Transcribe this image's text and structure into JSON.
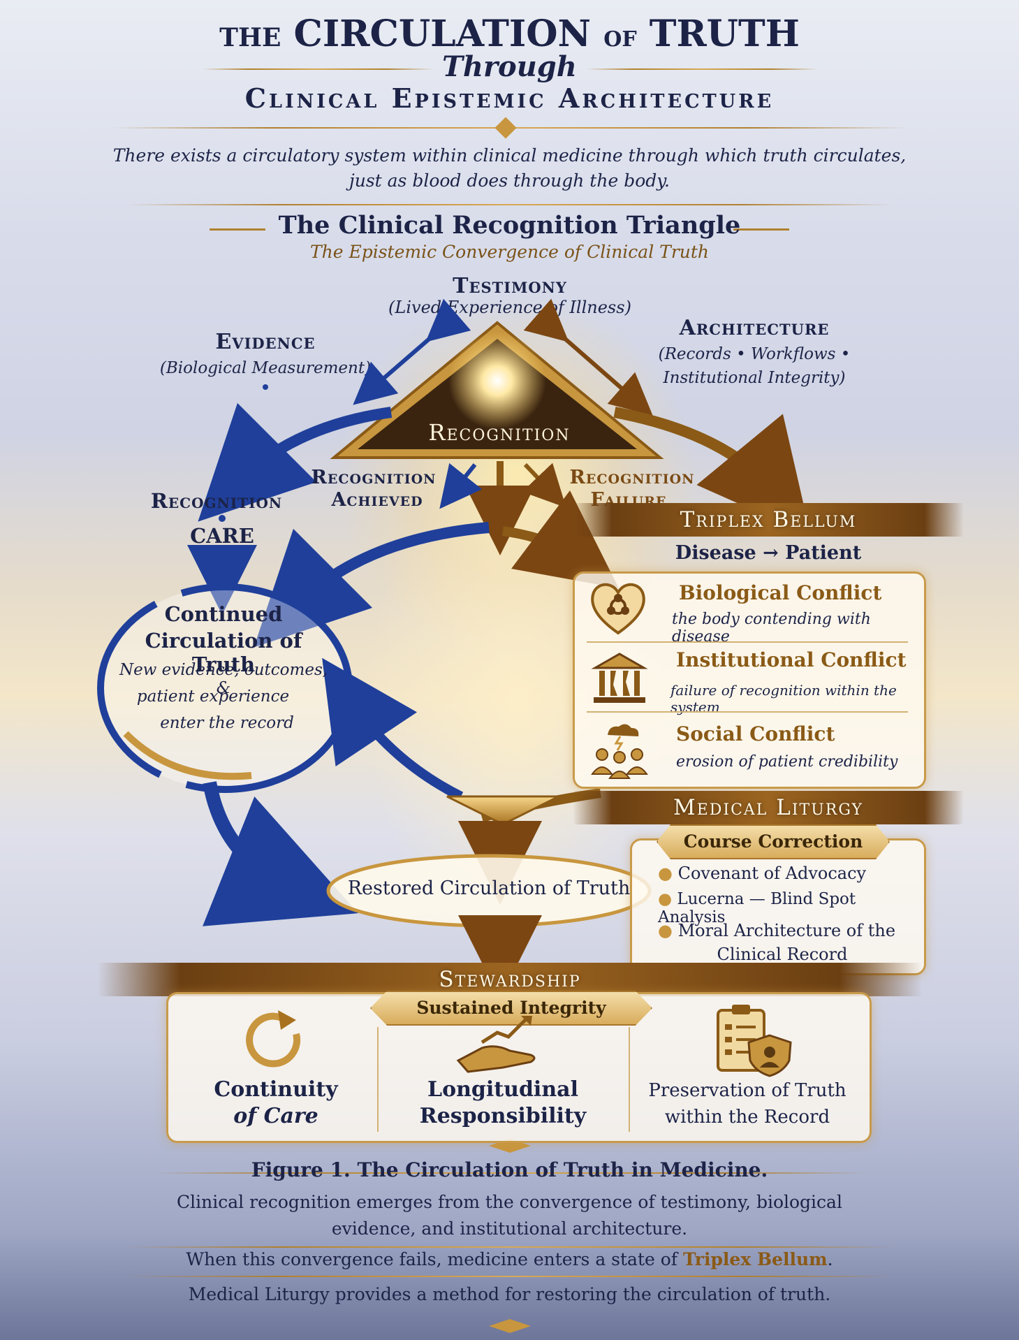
{
  "header": {
    "title_the": "THE",
    "title_circulation": "CIRCULATION",
    "title_of": "OF",
    "title_truth": "TRUTH",
    "title_through": "Through",
    "title_architecture": "Clinical Epistemic Architecture",
    "intro_line1": "There exists a circulatory system within clinical medicine through which truth circulates,",
    "intro_line2": "just as blood does through the body."
  },
  "triangle": {
    "heading": "The Clinical Recognition Triangle",
    "subheading": "The Epistemic Convergence of Clinical Truth",
    "testimony_title": "Testimony",
    "testimony_sub": "(Lived Experience of Illness)",
    "evidence_title": "Evidence",
    "evidence_sub": "(Biological Measurement)",
    "architecture_title": "Architecture",
    "architecture_sub1": "(Records • Workflows •",
    "architecture_sub2": "Institutional Integrity)",
    "center_label": "Recognition"
  },
  "flow": {
    "recognition_achieved_1": "Recognition",
    "recognition_achieved_2": "Achieved",
    "recognition_failure_1": "Recognition",
    "recognition_failure_2": "Failure",
    "recognition_left": "Recognition",
    "care": "CARE"
  },
  "cycle": {
    "title1": "Continued",
    "title2": "Circulation of Truth",
    "body1": "New evidence, outcomes, &",
    "body2": "patient experience",
    "body3": "enter the record"
  },
  "triplex": {
    "banner": "Triplex Bellum",
    "subtitle": "Disease → Patient",
    "items": [
      {
        "title": "Biological Conflict",
        "desc": "the body contending with disease",
        "icon": "biohazard-heart-icon"
      },
      {
        "title": "Institutional Conflict",
        "desc": "failure of recognition within the system",
        "icon": "broken-institution-icon"
      },
      {
        "title": "Social Conflict",
        "desc": "erosion of patient credibility",
        "icon": "people-storm-icon"
      }
    ]
  },
  "liturgy": {
    "banner": "Medical Liturgy",
    "pill": "Course Correction",
    "items": [
      "Covenant of Advocacy",
      "Lucerna — Blind Spot Analysis",
      "Moral Architecture of the"
    ],
    "item3_line2": "Clinical Record"
  },
  "restored": "Restored Circulation of Truth",
  "stewardship": {
    "banner": "Stewardship",
    "pill": "Sustained Integrity",
    "cards": [
      {
        "line1": "Continuity",
        "line2": "of Care",
        "icon": "circular-arrow-icon"
      },
      {
        "line1": "Longitudinal",
        "line2": "Responsibility",
        "icon": "hand-growth-icon"
      },
      {
        "line1": "Preservation of Truth",
        "line2": "within the Record",
        "icon": "clipboard-shield-icon"
      }
    ]
  },
  "caption": {
    "title": "Figure 1. The Circulation of Truth in Medicine.",
    "line1": "Clinical recognition emerges from the convergence of testimony, biological",
    "line2": "evidence, and institutional architecture.",
    "line3_pre": "When this convergence fails, medicine enters a state of ",
    "line3_em": "Triplex Bellum",
    "line3_post": ".",
    "line4": "Medical Liturgy provides a method for restoring the circulation of truth."
  },
  "colors": {
    "navy": "#1c2347",
    "gold": "#b0802e",
    "blue_arrow": "#1f3f9a",
    "brown": "#6b3f12"
  }
}
